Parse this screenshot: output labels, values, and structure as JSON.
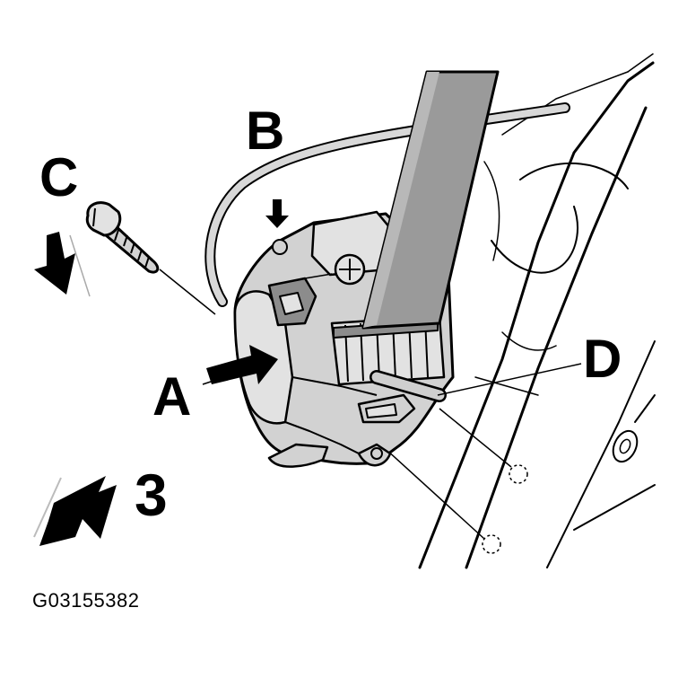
{
  "figure": {
    "callouts": {
      "a": "A",
      "b": "B",
      "c": "C",
      "d": "D",
      "step": "3"
    },
    "figure_id": "G03155382"
  }
}
